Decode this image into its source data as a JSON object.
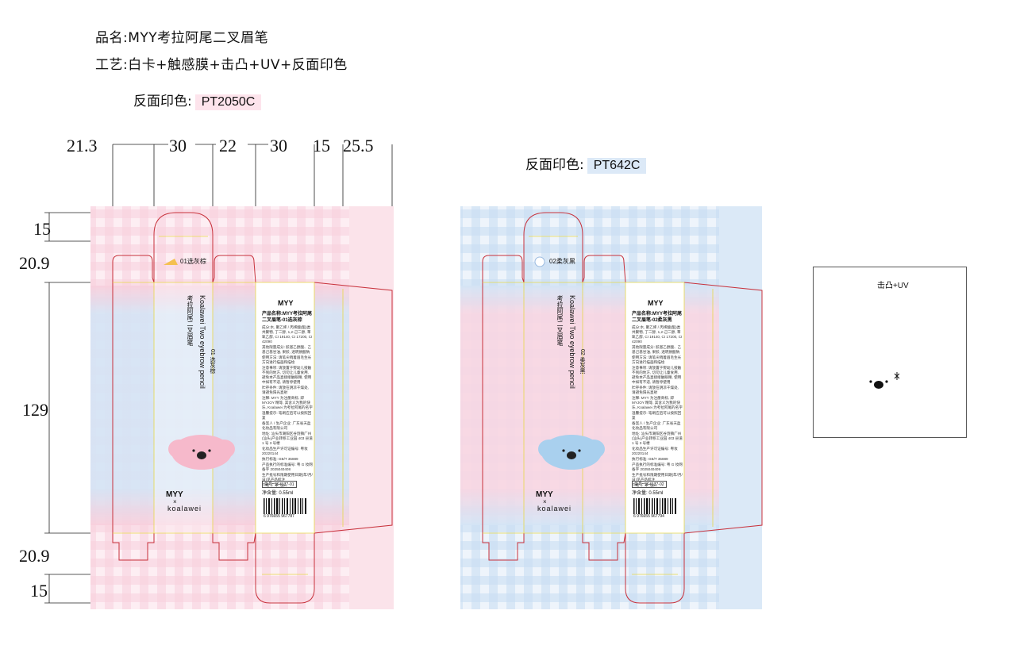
{
  "header": {
    "product_line": "品名:MYY考拉阿尾二叉眉笔",
    "process_line": "工艺:白卡+触感膜+击凸+UV+反面印色"
  },
  "spot_colors": {
    "pink": {
      "label": "反面印色:",
      "code": "PT2050C",
      "swatch": "#fde4ec"
    },
    "blue": {
      "label": "反面印色:",
      "code": "PT642C",
      "swatch": "#dce9f7"
    }
  },
  "dimensions": {
    "widths": [
      "21.3",
      "30",
      "22",
      "30",
      "15",
      "25.5"
    ],
    "heights": [
      "15",
      "20.9",
      "129",
      "20.9",
      "15"
    ]
  },
  "box_pink": {
    "shade_tab": "01选灰棕",
    "side_en": "Koalawei Two eyebrow pencil",
    "side_cn": "考拉阿尾二叉眉笔",
    "side_shade": "01 选灰棕",
    "brand": "MYY",
    "brand_x": "×",
    "brand_name": "koalawei",
    "panel_logo": "MYY",
    "panel_title": "产品名称:MYY考拉阿尾二叉眉笔-01选灰棕",
    "panel_lines": [
      "成分:水, 聚乙烯 / 丙烯酸(酯)类共聚物, 丁二醇, 1,2-己二醇, 苯氧乙醇, CI 19140, CI 17200, CI 42090",
      "其他限量成分: 胶基乙醇酸、乙基己基甘油, 果胶, 透明质酸钠",
      "使用方法: 请笔尖稍着眉毛生长方向进行描画和描绘",
      "注意事项: 请放置于婴幼儿接触不到的地方, 切勿让儿童食用, 避免本产品直接接触眼睛, 使用中如有不适, 请暂停使用",
      "贮存条件: 请放在阴凉干燥处, 请避免阳光直射",
      "注释: MYY 为注册商标, 即 MYJOY 精等, 其含义为我的快乐, Koalawei 为考拉阿尾的名字",
      "温馨提示: 笔刷应后可以按照回复",
      "备案人 / 生产企业: 广东省天盈化妆品有限公司",
      "地址: 汕头市潮阳区谷饶镇广州(汕头)产业转移工业园 403 县道 1 号 3 号楼",
      "化妆品生产许可证编号: 粤妆 20220144",
      "执行标准: GB/T 35889",
      "产品执行的标准编号: 粤 G 妆网备字 2025040408",
      "生产批号和限期使用日期(年/月/日)见产品标注",
      "产地: 广东 汕头"
    ],
    "panel_code": "货号: SF4177-01",
    "net": "净含量: 0.55ml",
    "barcode": "6 976655 967787"
  },
  "box_blue": {
    "shade_tab": "02柔灰黑",
    "side_en": "Koalawei Two eyebrow pencil",
    "side_cn": "考拉阿尾二叉眉笔",
    "side_shade": "02 柔灰黑",
    "brand": "MYY",
    "brand_x": "×",
    "brand_name": "koalawei",
    "panel_logo": "MYY",
    "panel_title": "产品名称:MYY考拉阿尾二叉眉笔-02柔灰黑",
    "panel_lines": [
      "成分:水, 聚乙烯 / 丙烯酸(酯)类共聚物, 丁二醇, 1,2-己二醇, 苯氧乙醇, CI 19140, CI 17200, CI 42090",
      "其他限量成分: 胶基乙醇酸、乙基己基甘油, 果胶, 透明质酸钠",
      "使用方法: 请笔尖稍着眉毛生长方向进行描画和描绘",
      "注意事项: 请放置于婴幼儿接触不到的地方, 切勿让儿童食用, 避免本产品直接接触眼睛, 使用中如有不适, 请暂停使用",
      "贮存条件: 请放在阴凉干燥处, 请避免阳光直射",
      "注释: MYY 为注册商标, 即 MYJOY 精等, 其含义为我的快乐, Koalawei 为考拉阿尾的名字",
      "温馨提示: 笔刷应后可以按照回复",
      "备案人 / 生产企业: 广东省天盈化妆品有限公司",
      "地址: 汕头市潮阳区谷饶镇广州(汕头)产业转移工业园 403 县道 1 号 3 号楼",
      "化妆品生产许可证编号: 粤妆 20220144",
      "执行标准: GB/T 35889",
      "产品执行的标准编号: 粤 G 妆网备字 2025040409",
      "生产批号和限期使用日期(年/月/日)见产品标注",
      "产地: 广东 汕头"
    ],
    "panel_code": "货号: SF4177-02",
    "net": "净含量: 0.55ml",
    "barcode": "6 976655 967794"
  },
  "emboss_reference": {
    "label": "击凸+UV"
  },
  "colors": {
    "cut_line": "#c8323c",
    "fold_line": "#e8d84a",
    "pink_bg": "#fbd9e4",
    "blue_bg": "#d6e6f6",
    "ink": "#111111"
  }
}
